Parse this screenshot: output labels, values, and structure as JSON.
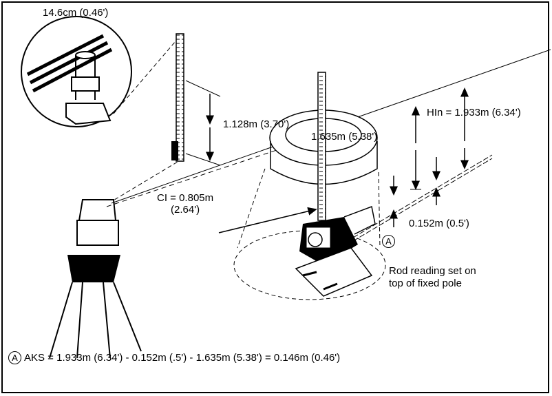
{
  "labels": {
    "ring_size": "14.6cm (0.46')",
    "rod_reading": "1.128m (3.70')",
    "ci_line1": "CI = 0.805m",
    "ci_line2": "(2.64')",
    "hin": "HIn = 1.933m (6.34')",
    "rim_height": "1.635m (5.38')",
    "offset": "0.152m (0.5')",
    "note_line1": "Rod reading set on",
    "note_line2": "top of fixed pole"
  },
  "callout": "A",
  "formula": {
    "marker": "A",
    "text": "AKS = 1.933m (6.34') - 0.152m (.5') - 1.635m (5.38') = 0.146m (0.46')"
  }
}
